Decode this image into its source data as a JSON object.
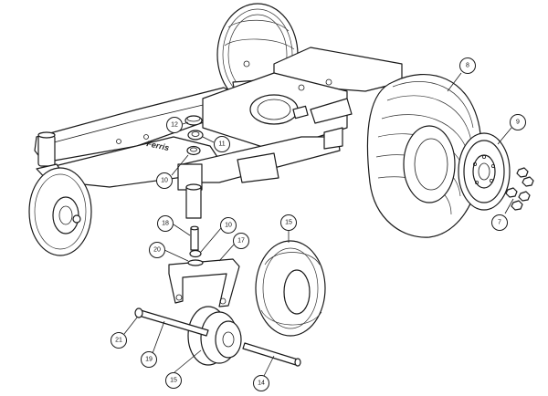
{
  "diagram": {
    "decal_text": "Ferris",
    "callouts": [
      {
        "id": "callout-8",
        "label": "8"
      },
      {
        "id": "callout-9",
        "label": "9"
      },
      {
        "id": "callout-7",
        "label": "7"
      },
      {
        "id": "callout-12",
        "label": "12"
      },
      {
        "id": "callout-11",
        "label": "11"
      },
      {
        "id": "callout-10-upper",
        "label": "10"
      },
      {
        "id": "callout-18",
        "label": "18"
      },
      {
        "id": "callout-10-lower",
        "label": "10"
      },
      {
        "id": "callout-20",
        "label": "20"
      },
      {
        "id": "callout-17",
        "label": "17"
      },
      {
        "id": "callout-15-tire",
        "label": "15"
      },
      {
        "id": "callout-21",
        "label": "21"
      },
      {
        "id": "callout-19",
        "label": "19"
      },
      {
        "id": "callout-15-rim",
        "label": "15"
      },
      {
        "id": "callout-14",
        "label": "14"
      }
    ]
  }
}
